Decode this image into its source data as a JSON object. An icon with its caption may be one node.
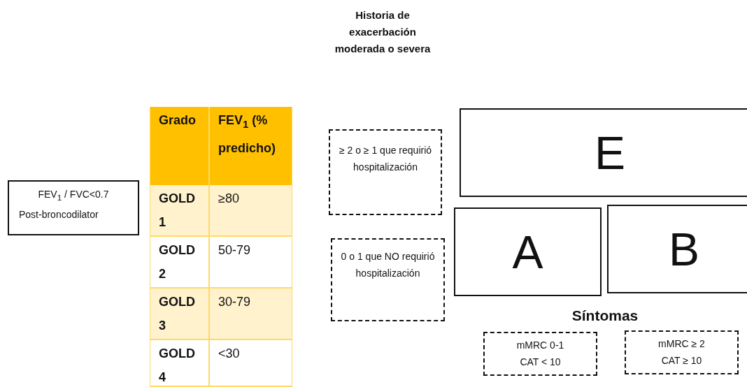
{
  "diagram": {
    "nodes": [
      {
        "text": [
          "FEV$_{1}$ / FVC<0.7",
          "Post-broncodilator"
        ]
      },
      {
        "text": [
          "≥ 2 o ≥ 1 que requirió hospitalización"
        ]
      },
      {
        "text": [
          "E"
        ]
      },
      {
        "text": [
          "0 o 1 que NO requirió hospitalización"
        ]
      },
      {
        "text": [
          "A"
        ]
      },
      {
        "text": [
          "B"
        ]
      },
      {
        "text": [
          "mMRC 0-1 CAT < 10"
        ]
      },
      {
        "text": [
          "mMRC ≥ 2 CAT ≥ 10"
        ]
      }
    ],
    "labels": [
      "Historia de exacerbación moderada o severa",
      "Grado",
      "FEV$_{1}$ (% predicho)",
      "GOLD 1",
      "≥80",
      "GOLD 2",
      "50-79",
      "GOLD 3",
      "30-79",
      "GOLD 4",
      "<30",
      "Síntomas"
    ]
  }
}
